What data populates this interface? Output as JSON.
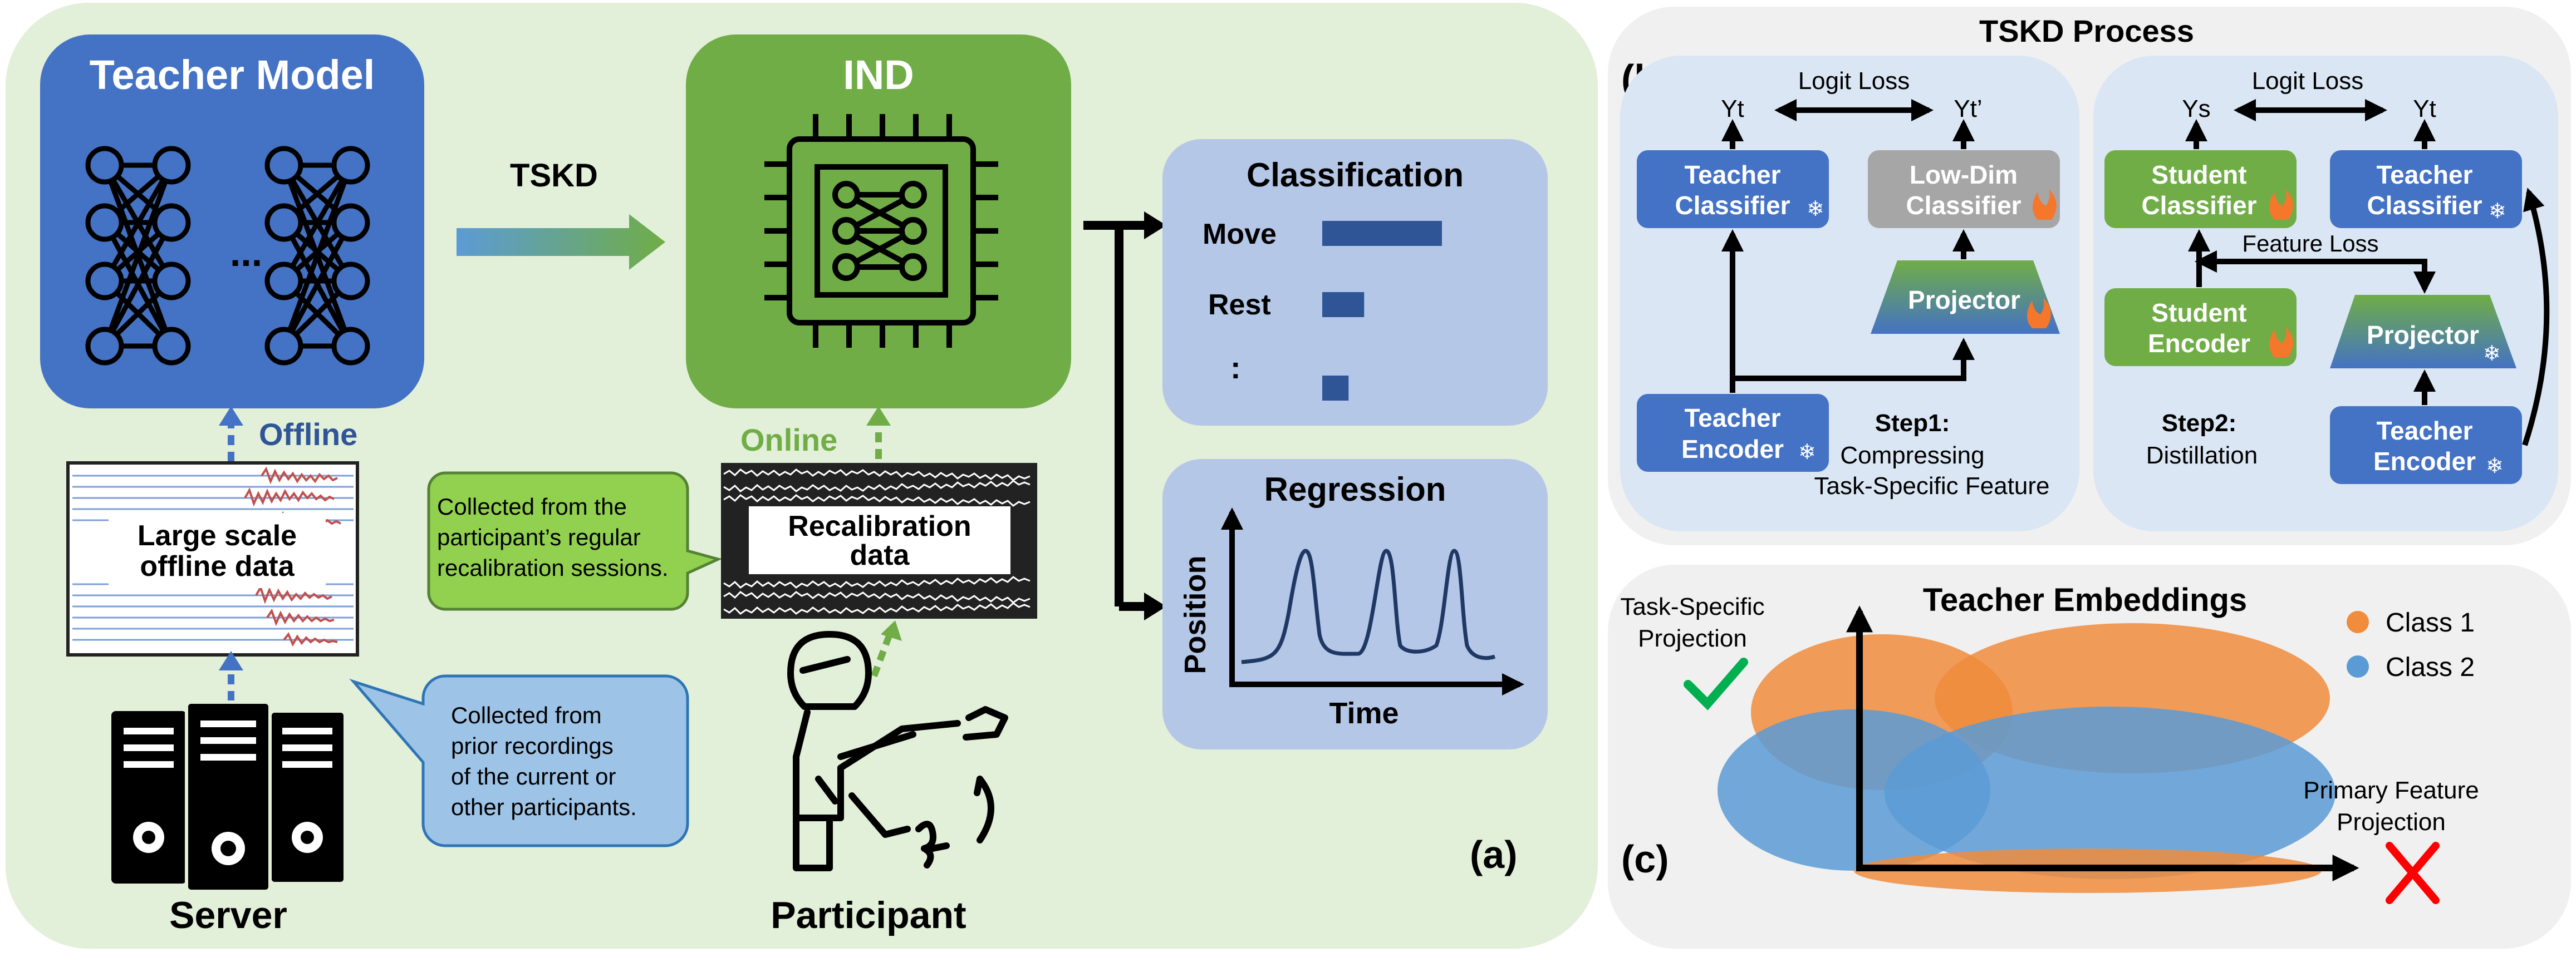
{
  "panel_a": {
    "label": "(a)",
    "teacher_model": {
      "title": "Teacher Model",
      "ellipsis": "..."
    },
    "tskd_arrow": "TSKD",
    "ind": {
      "title": "IND"
    },
    "offline": "Offline",
    "online": "Online",
    "large_scale_data": {
      "line1": "Large scale",
      "line2": "offline data"
    },
    "recalibration_data": {
      "line1": "Recalibration",
      "line2": "data"
    },
    "callout_green": {
      "line1": "Collected from the",
      "line2": "participant’s regular",
      "line3": "recalibration sessions."
    },
    "callout_blue": {
      "line1": "Collected from",
      "line2": "prior recordings",
      "line3": "of the current or",
      "line4": "other participants."
    },
    "server": "Server",
    "participant": "Participant",
    "classification": {
      "title": "Classification",
      "items": [
        "Move",
        "Rest",
        ":"
      ],
      "bar_values": [
        1.0,
        0.35,
        0.22
      ]
    },
    "regression": {
      "title": "Regression",
      "ylabel": "Position",
      "xlabel": "Time"
    }
  },
  "panel_b": {
    "title": "TSKD Process",
    "label": "(b)",
    "step1": {
      "logit_loss": "Logit Loss",
      "yt": "Yt",
      "yt_prime": "Yt’",
      "teacher_classifier": {
        "line1": "Teacher",
        "line2": "Classifier"
      },
      "lowdim_classifier": {
        "line1": "Low-Dim",
        "line2": "Classifier"
      },
      "projector": "Projector",
      "teacher_encoder": {
        "line1": "Teacher",
        "line2": "Encoder"
      },
      "step_title": "Step1:",
      "step_desc1": "Compressing",
      "step_desc2": "Task-Specific Feature"
    },
    "step2": {
      "logit_loss": "Logit Loss",
      "ys": "Ys",
      "yt": "Yt",
      "student_classifier": {
        "line1": "Student",
        "line2": "Classifier"
      },
      "teacher_classifier": {
        "line1": "Teacher",
        "line2": "Classifier"
      },
      "feature_loss": "Feature Loss",
      "student_encoder": {
        "line1": "Student",
        "line2": "Encoder"
      },
      "projector": "Projector",
      "teacher_encoder": {
        "line1": "Teacher",
        "line2": "Encoder"
      },
      "step_title": "Step2:",
      "step_desc": "Distillation"
    }
  },
  "panel_c": {
    "title": "Teacher Embeddings",
    "label": "(c)",
    "task_specific": {
      "line1": "Task-Specific",
      "line2": "Projection"
    },
    "primary": {
      "line1": "Primary Feature",
      "line2": "Projection"
    },
    "legend": [
      {
        "name": "Class 1",
        "color": "#f08c3c"
      },
      {
        "name": "Class 2",
        "color": "#5b9bd5"
      }
    ]
  },
  "colors": {
    "blue_box": "#4472c4",
    "green_box": "#70ad47",
    "gray_box": "#a6a6a6",
    "panel_a_bg": "#e2efd9",
    "result_bg": "#b4c7e7",
    "panel_bc_bg": "#f0f0f0",
    "step_bg": "#dae6f3"
  }
}
